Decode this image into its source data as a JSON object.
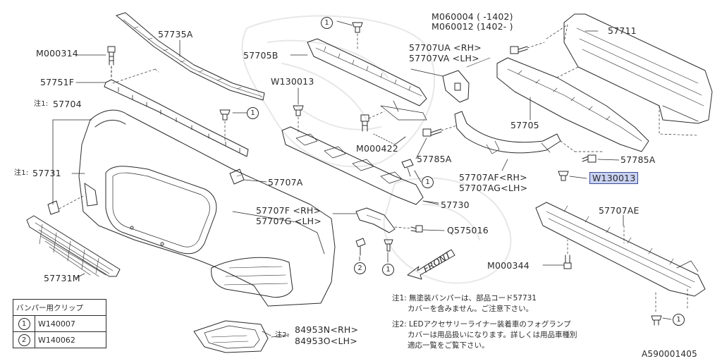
{
  "diagram_id": "A590001405",
  "highlight_color": "#c9d2f2",
  "highlight_border": "#3a4a96",
  "labels": {
    "p57735A": "57735A",
    "m000314": "M000314",
    "p57751F": "57751F",
    "p57704": "57704",
    "p57731": "57731",
    "note1_mark_a": "注1:",
    "note1_mark_b": "注1:",
    "p57705B": "57705B",
    "w130013_top": "W130013",
    "m060004": "M060004 (    -1402)",
    "m060012": "M060012 (1402-    )",
    "p57707UA": "57707UA <RH>",
    "p57707VA": "57707VA <LH>",
    "p57711": "57711",
    "p57705": "57705",
    "m000422": "M000422",
    "p57785A_mid": "57785A",
    "p57785A_right": "57785A",
    "p57707A": "57707A",
    "p57707AF": "57707AF<RH>",
    "p57707AG": "57707AG<LH>",
    "w130013_hl": "W130013",
    "p57730": "57730",
    "p57707F": "57707F <RH>",
    "p57707G": "57707G <LH>",
    "q575016": "Q575016",
    "p57707AE": "57707AE",
    "m000344": "M000344",
    "p57731M": "57731M",
    "front": "FRONT",
    "p84953N": "84953N<RH>",
    "p84953O": "84953O<LH>",
    "note2_mark": "注2:"
  },
  "circle_markers": {
    "c1": "1",
    "c2": "1",
    "c3": "1",
    "c4": "2",
    "c5": "1",
    "c6": "1"
  },
  "clip_table": {
    "header": "バンパー用クリップ",
    "rows": [
      {
        "mark": "1",
        "code": "W140007"
      },
      {
        "mark": "2",
        "code": "W140062"
      }
    ]
  },
  "notes": {
    "note1_line1": "注1: 無塗装バンパーは、部品コード57731",
    "note1_line2": "カバーを含みません。ご注意下さい。",
    "note2_line1": "注2: LEDアクセサリーライナー装着車のフォグランプ",
    "note2_line2": "カバーは用品扱いになります。詳しくは用品車種別",
    "note2_line3": "適応一覧をご覧下さい。"
  }
}
